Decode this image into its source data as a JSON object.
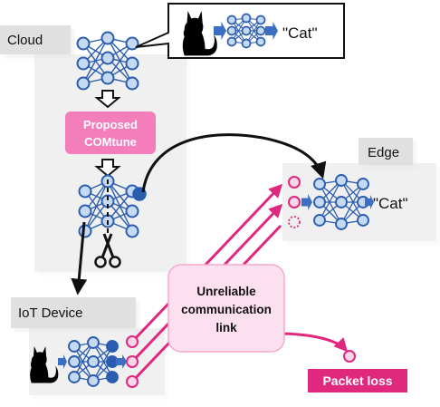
{
  "boxes": {
    "cloud": "Cloud",
    "edge": "Edge",
    "iot": "IoT Device"
  },
  "method": {
    "line1": "Proposed",
    "line2": "COMtune"
  },
  "callout": {
    "line1": "Unreliable",
    "line2": "communication",
    "line3": "link"
  },
  "outputs": {
    "cloud_label": "\"Cat\"",
    "edge_label": "\"Cat\""
  },
  "packet_loss": "Packet loss",
  "colors": {
    "nn_blue": "#2a5db0",
    "nn_fill": "#c5d9f1",
    "accent_pink": "#e0287e",
    "light_pink": "#fbd5e8",
    "arrow_blue": "#3a6fc4"
  }
}
